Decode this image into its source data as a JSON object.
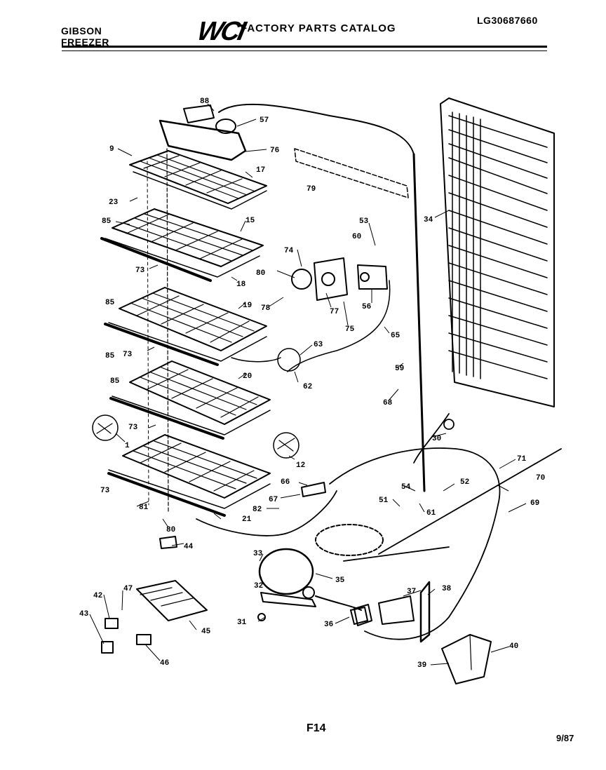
{
  "header": {
    "brand": "GIBSON",
    "product_type": "FREEZER",
    "logo": "WCI",
    "catalog_title": "FACTORY PARTS CATALOG",
    "model_number": "LG30687660"
  },
  "footer": {
    "page_code": "F14",
    "date_code": "9/87"
  },
  "callouts": [
    "88",
    "57",
    "9",
    "76",
    "17",
    "79",
    "23",
    "85",
    "15",
    "53",
    "34",
    "60",
    "74",
    "80",
    "73",
    "18",
    "56",
    "77",
    "78",
    "75",
    "65",
    "19",
    "85",
    "85",
    "73",
    "63",
    "59",
    "62",
    "20",
    "85",
    "68",
    "73",
    "1",
    "30",
    "12",
    "71",
    "70",
    "66",
    "54",
    "52",
    "73",
    "67",
    "51",
    "61",
    "69",
    "81",
    "82",
    "21",
    "80",
    "44",
    "33",
    "32",
    "35",
    "42",
    "47",
    "37",
    "38",
    "43",
    "31",
    "36",
    "45",
    "40",
    "46",
    "39"
  ]
}
